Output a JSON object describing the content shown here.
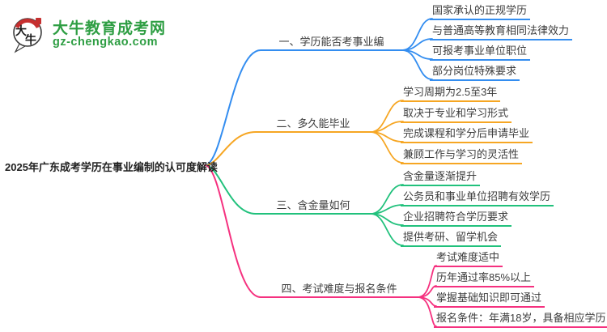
{
  "logo": {
    "mark_char_1": "大",
    "mark_char_2": "牛",
    "site_name": "大牛教育成考网",
    "site_url": "gz-chengkao.com",
    "brand_green": "#2e9e43",
    "mark_red": "#c62f2f",
    "mark_outline": "#3b3b3b"
  },
  "central_topic": "2025年广东成考学历在事业编制的认可度解读",
  "branches": [
    {
      "label": "一、学历能否考事业编",
      "color": "#338df0",
      "leaves": [
        "国家承认的正规学历",
        "与普通高等教育相同法律效力",
        "可报考事业单位职位",
        "部分岗位特殊要求"
      ]
    },
    {
      "label": "二、多久能毕业",
      "color": "#f6a623",
      "leaves": [
        "学习周期为2.5至3年",
        "取决于专业和学习形式",
        "完成课程和学分后申请毕业",
        "兼顾工作与学习的灵活性"
      ]
    },
    {
      "label": "三、含金量如何",
      "color": "#21c17c",
      "leaves": [
        "含金量逐渐提升",
        "公务员和事业单位招聘有效学历",
        "企业招聘符合学历要求",
        "提供考研、留学机会"
      ]
    },
    {
      "label": "四、考试难度与报名条件",
      "color": "#f5317f",
      "leaves": [
        "考试难度适中",
        "历年通过率85%以上",
        "掌握基础知识即可通过",
        "报名条件：年满18岁，具备相应学历"
      ]
    }
  ]
}
